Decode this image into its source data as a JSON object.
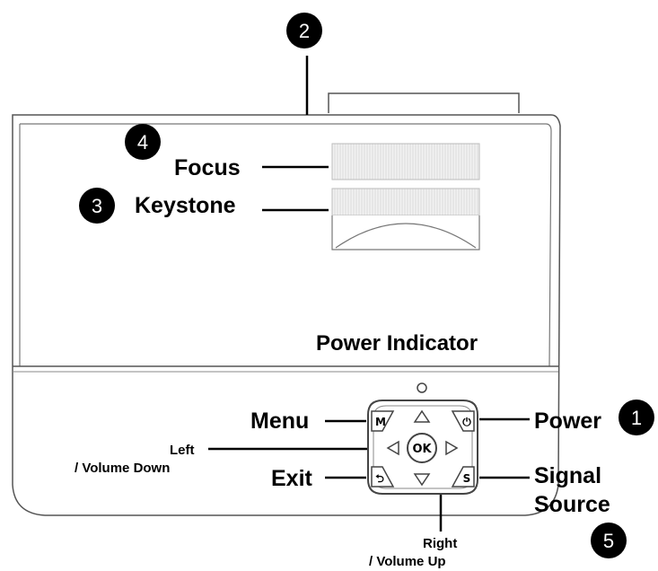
{
  "labels": {
    "focus": "Focus",
    "keystone": "Keystone",
    "power_indicator": "Power Indicator",
    "menu": "Menu",
    "left": "Left",
    "volume_down": "/ Volume Down",
    "exit": "Exit",
    "power": "Power",
    "signal": "Signal",
    "source": "Source",
    "right": "Right",
    "volume_up": "/ Volume Up"
  },
  "callouts": {
    "c1": "1",
    "c2": "2",
    "c3": "3",
    "c4": "4",
    "c5": "5"
  },
  "buttons": {
    "ok": "OK",
    "menu_key": "M",
    "source_key": "S",
    "power_key": "⏻",
    "exit_key": "⮌"
  }
}
